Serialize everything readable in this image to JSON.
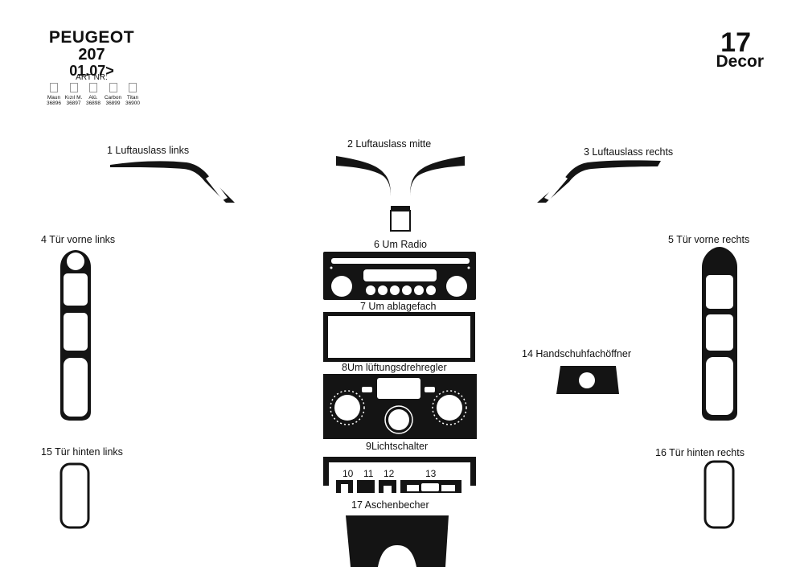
{
  "header": {
    "brand": "PEUGEOT",
    "model": "207",
    "year": "01.07>",
    "art_nr_label": "ART NR:",
    "kit_number": "17",
    "kit_name": "Decor"
  },
  "options": [
    {
      "name": "Maun",
      "code": "36896"
    },
    {
      "name": "Kızıl M.",
      "code": "36897"
    },
    {
      "name": "Alü.",
      "code": "36898"
    },
    {
      "name": "Carbon",
      "code": "36899"
    },
    {
      "name": "Titan",
      "code": "36900"
    }
  ],
  "parts": {
    "p1": "1 Luftauslass links",
    "p2": "2  Luftauslass mitte",
    "p3": "3  Luftauslass rechts",
    "p4": "4 Tür vorne links",
    "p5": "5 Tür vorne rechts",
    "p6": "6 Um Radio",
    "p7": "7 Um ablagefach",
    "p8": "8Um lüftungsdrehregler",
    "p9": "9Lichtschalter",
    "p10": "10",
    "p11": "11",
    "p12": "12",
    "p13": "13",
    "p14": "14 Handschuhfachöffner",
    "p15": "15  Tür hinten links",
    "p16": "16  Tür hinten rechts",
    "p17": "17 Aschenbecher"
  },
  "colors": {
    "part_fill": "#141414",
    "cutout": "#ffffff",
    "background": "#ffffff"
  }
}
